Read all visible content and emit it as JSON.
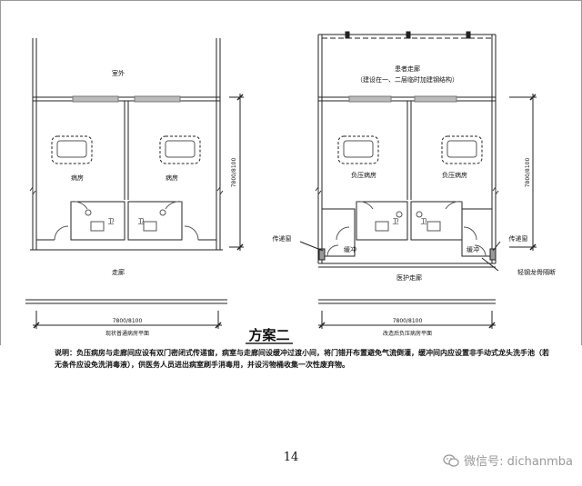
{
  "left_plan": {
    "outside": "室外",
    "room_left": "病房",
    "room_right": "病房",
    "wc_left": "卫",
    "wc_right": "卫",
    "corridor": "走廊",
    "dim_width": "7800/8100",
    "dim_depth": "7800/8100",
    "caption": "现状普通病房平面"
  },
  "right_plan": {
    "corridor_top_1": "患者走廊",
    "corridor_top_2": "（建设在一、二层临时加建钢结构）",
    "room_left": "负压病房",
    "room_right": "负压病房",
    "wc_left": "卫",
    "wc_right": "卫",
    "pass_window_left": "传递窗",
    "pass_window_right": "传递窗",
    "buffer_left": "缓冲",
    "buffer_right": "缓冲",
    "partition": "轻钢龙骨隔断",
    "corridor": "医护走廊",
    "dim_width": "7800/8100",
    "dim_depth": "7800/8100",
    "caption": "改造后负压病房平面"
  },
  "scheme_title": "方案二",
  "note": "说明：负压病房与走廊间应设有双门密闭式传递窗，病室与走廊间设缓冲过渡小间，将门错开布置避免气流倒灌，缓冲间内应设置非手动式龙头洗手池（若无条件应设免洗消毒液），供医务人员进出病室刷手消毒用，并设污物桶收集一次性废弃物。",
  "page_number": "14",
  "watermark": "微信号: dichanmba"
}
